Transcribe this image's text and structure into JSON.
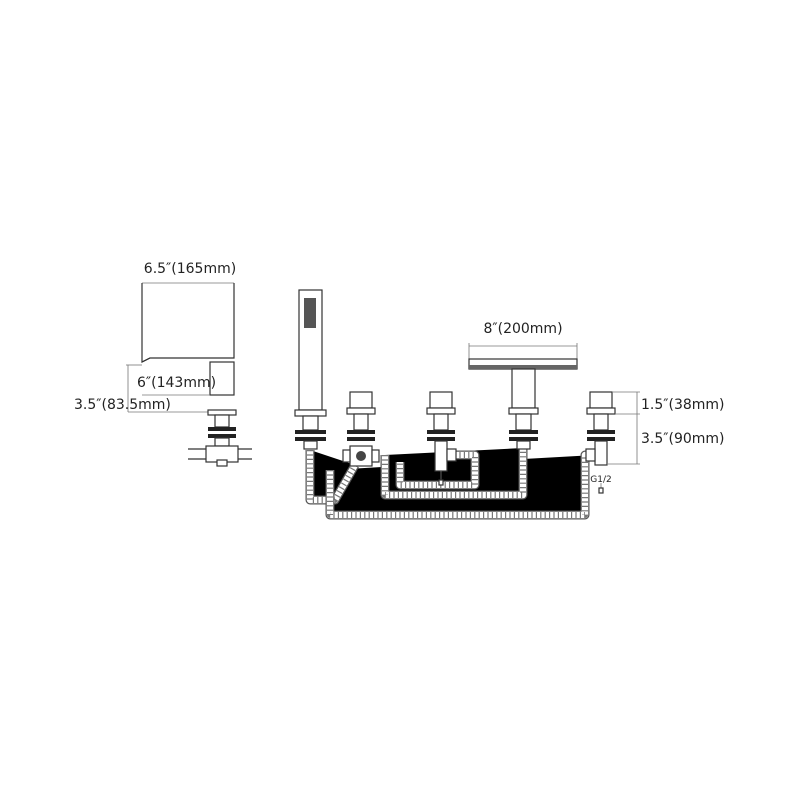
{
  "dimensions": {
    "spout_length": "6.5″(165mm)",
    "spout_reach": "6″(143mm)",
    "spout_height": "3.5″(83.5mm)",
    "spout_width": "8″(200mm)",
    "handle_height": "1.5″(38mm)",
    "shank_length": "3.5″(90mm)",
    "thread": "G1/2"
  }
}
